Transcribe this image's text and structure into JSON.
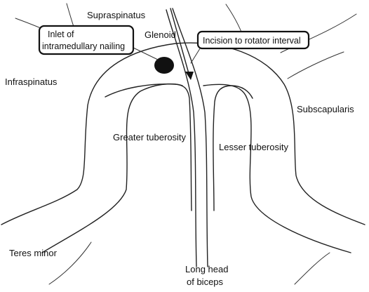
{
  "labels": {
    "supraspinatus": "Supraspinatus",
    "glenoid": "Glenoid",
    "infraspinatus": "Infraspinatus",
    "subscapularis": "Subscapularis",
    "greater_tuberosity": "Greater tuberosity",
    "lesser_tuberosity": "Lesser tuberosity",
    "teres_minor": "Teres minor",
    "long_head_line1": "Long head",
    "long_head_line2": "of biceps"
  },
  "callouts": {
    "inlet_line1": "Inlet of",
    "inlet_line2": "intramedullary nailing",
    "incision": "Incision to rotator interval"
  }
}
